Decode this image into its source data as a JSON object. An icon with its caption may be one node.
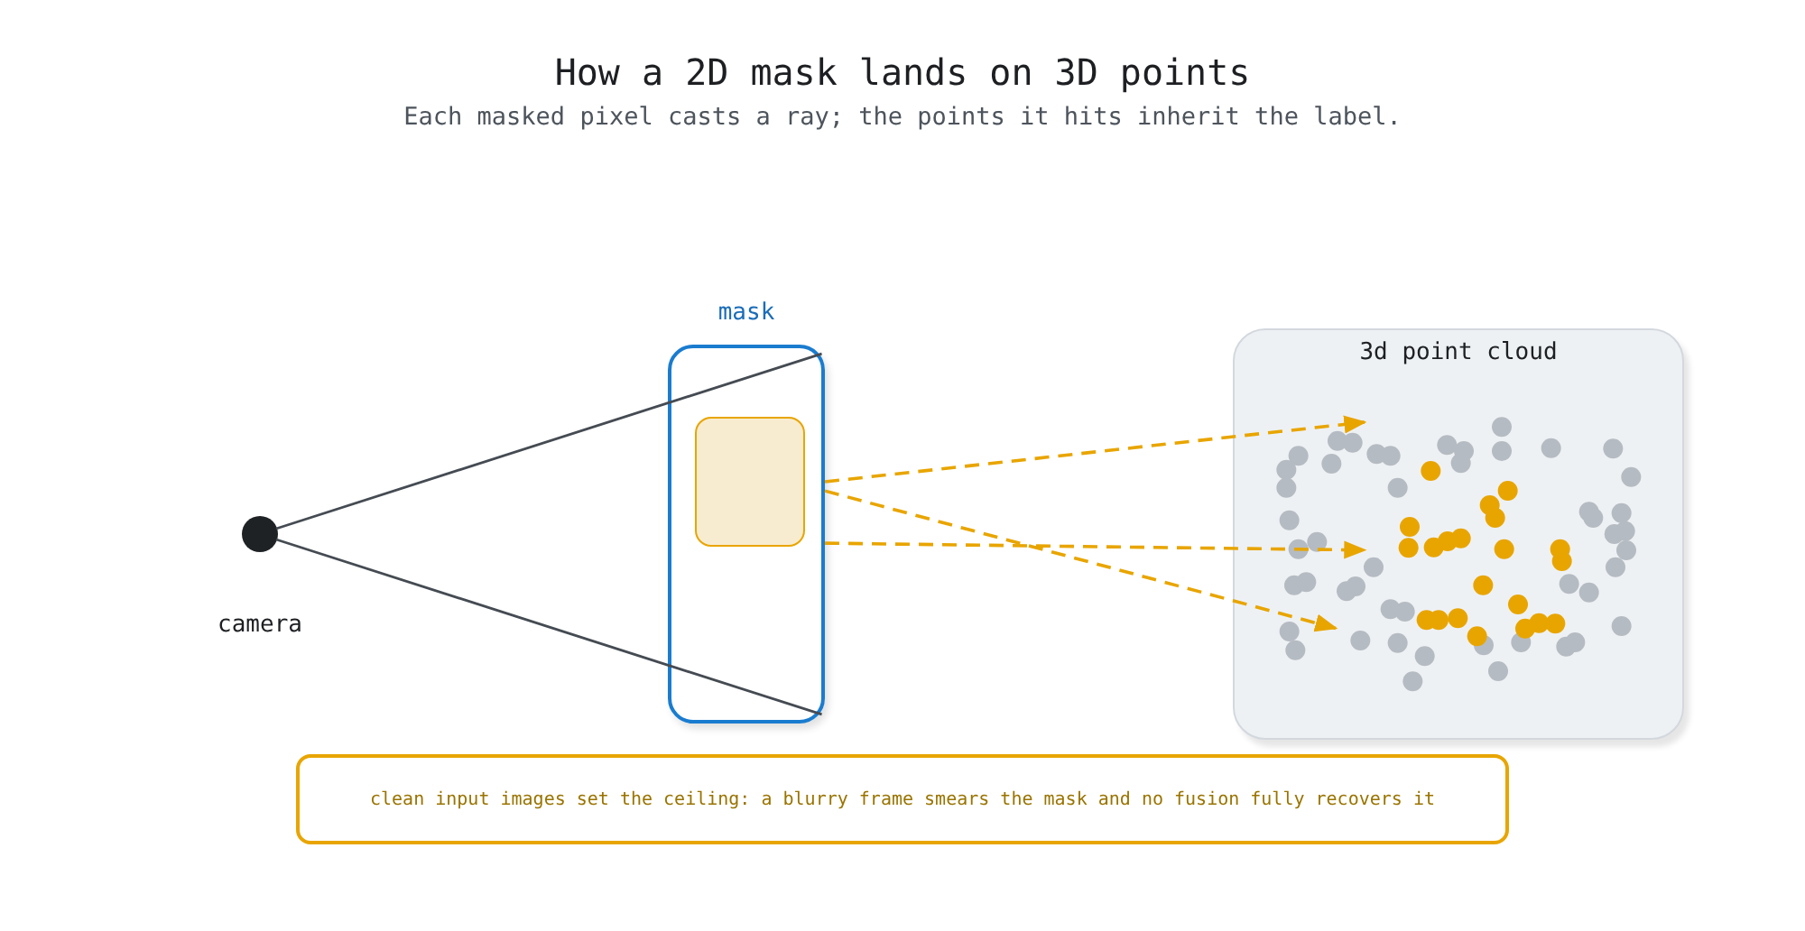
{
  "diagram": {
    "title": "How a 2D mask lands on 3D points",
    "nodes": [
      {
        "text": [],
        "shape": "circle",
        "beside": [
          "camera"
        ]
      },
      {
        "text": [
          "mask"
        ]
      },
      {
        "text": [],
        "shape": "box",
        "in": 1
      },
      {
        "text": [
          "3d point cloud"
        ]
      },
      {
        "text": [
          "clean input images set the ceiling: a blurry frame smears the mask and no fusion fully recovers it"
        ]
      }
    ],
    "edges": [
      {
        "from": 0,
        "to": 1,
        "arrow": "none",
        "color": "#454b52"
      },
      {
        "from": 0,
        "to": 1,
        "arrow": "none",
        "color": "#454b52"
      },
      {
        "from": 1,
        "to": 3,
        "arrow": "to",
        "style": "dashed"
      },
      {
        "from": 1,
        "to": 3,
        "arrow": "to",
        "style": "dashed"
      },
      {
        "from": 1,
        "to": 3,
        "arrow": "to",
        "style": "dashed"
      }
    ],
    "labels": [
      "Each masked pixel casts a ray; the points it hits inherit the label."
    ]
  }
}
